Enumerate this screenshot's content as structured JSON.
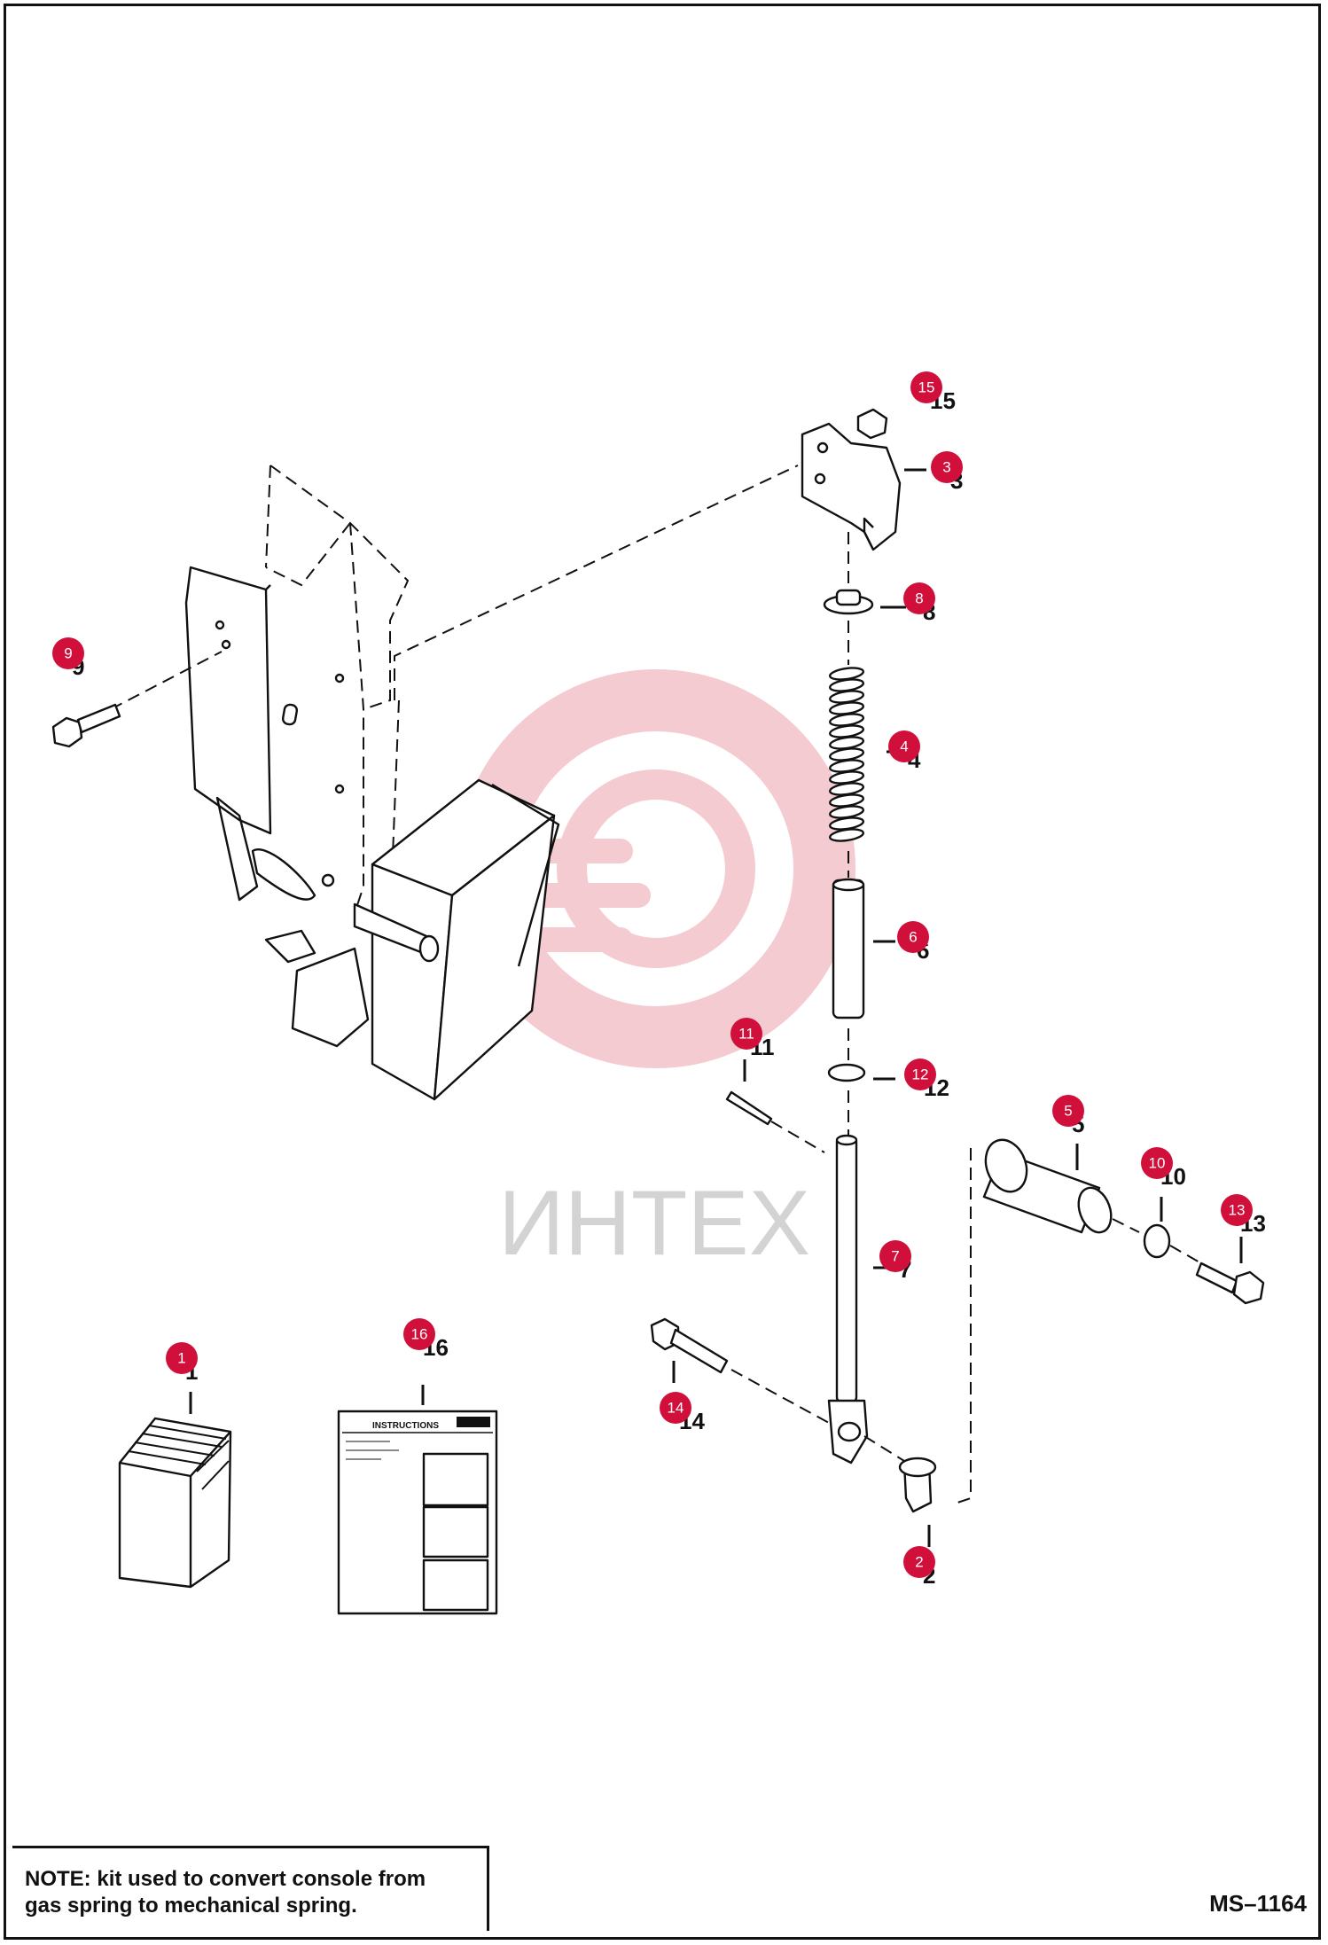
{
  "note": {
    "label": "NOTE:",
    "line1": " kit used to convert console from",
    "line2": "gas spring to mechanical spring."
  },
  "diagram_code": "MS–1164",
  "watermark": {
    "text": "ИНТЕХ",
    "color": "#f3c6cc"
  },
  "instructions_sheet": {
    "header": "INSTRUCTIONS"
  },
  "callout_color": "#d0103a",
  "callouts": [
    {
      "id": "c1",
      "label": "1"
    },
    {
      "id": "c2",
      "label": "2"
    },
    {
      "id": "c3",
      "label": "3"
    },
    {
      "id": "c4",
      "label": "4"
    },
    {
      "id": "c5",
      "label": "5"
    },
    {
      "id": "c6",
      "label": "6"
    },
    {
      "id": "c7",
      "label": "7"
    },
    {
      "id": "c8",
      "label": "8"
    },
    {
      "id": "c9",
      "label": "9"
    },
    {
      "id": "c10",
      "label": "10"
    },
    {
      "id": "c11",
      "label": "11"
    },
    {
      "id": "c12",
      "label": "12"
    },
    {
      "id": "c13",
      "label": "13"
    },
    {
      "id": "c14",
      "label": "14"
    },
    {
      "id": "c15",
      "label": "15"
    },
    {
      "id": "c16",
      "label": "16"
    }
  ]
}
